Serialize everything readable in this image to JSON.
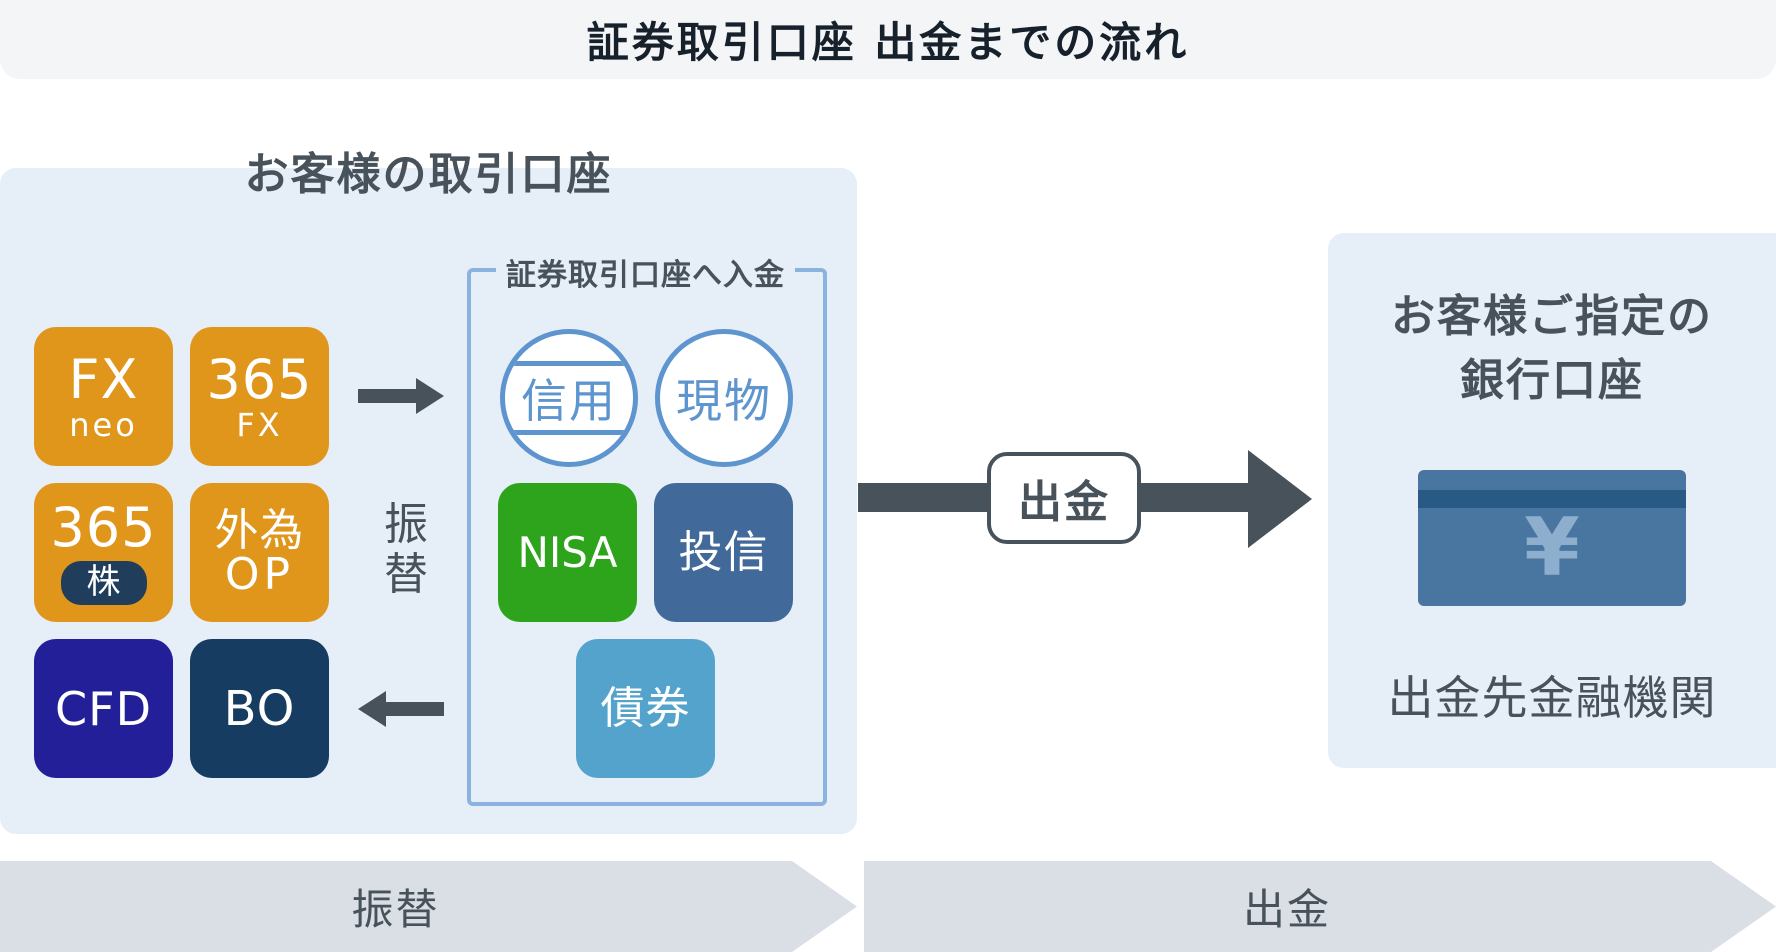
{
  "header": {
    "title": "証券取引口座 出金までの流れ"
  },
  "customer_accounts": {
    "title": "お客様の取引口座",
    "tiles": [
      {
        "id": "fx-neo",
        "line1": "FX",
        "line2": "neo",
        "color": "#e0961b"
      },
      {
        "id": "365-fx",
        "line1": "365",
        "line2": "FX",
        "color": "#e0961b"
      },
      {
        "id": "365-kabu",
        "line1": "365",
        "badge": "株",
        "color": "#e0961b",
        "badge_color": "#203e5c"
      },
      {
        "id": "gaitame-op",
        "line1": "外為",
        "line2": "OP",
        "color": "#e0961b"
      },
      {
        "id": "cfd",
        "line1": "CFD",
        "color": "#231f99"
      },
      {
        "id": "bo",
        "line1": "BO",
        "color": "#163c62"
      }
    ],
    "transfer_label_line1": "振",
    "transfer_label_line2": "替",
    "arrow_right": "right-arrow-icon",
    "arrow_left": "left-arrow-icon"
  },
  "securities_deposit": {
    "title": "証券取引口座へ入金",
    "items": [
      {
        "id": "shinyou",
        "label": "信用",
        "style": "circle-outline-lined",
        "color": "#5f95cf"
      },
      {
        "id": "genbutsu",
        "label": "現物",
        "style": "circle-outline",
        "color": "#5f95cf"
      },
      {
        "id": "nisa",
        "label": "NISA",
        "style": "tile",
        "color": "#2da41b"
      },
      {
        "id": "toushin",
        "label": "投信",
        "style": "tile",
        "color": "#41699a"
      },
      {
        "id": "saiken",
        "label": "債券",
        "style": "tile",
        "color": "#53a3cd"
      }
    ]
  },
  "withdrawal_arrow": {
    "label": "出金"
  },
  "bank_account": {
    "title_line1": "お客様ご指定の",
    "title_line2": "銀行口座",
    "card_symbol": "¥",
    "card_icon": "bank-card-icon",
    "label": "出金先金融機関"
  },
  "steps": [
    {
      "label": "振替"
    },
    {
      "label": "出金"
    }
  ],
  "colors": {
    "panel_bg": "#e6eef8",
    "text_dark": "#48525b",
    "bracket_border": "#8cb3df",
    "card": "#4876a0",
    "step_bg": "#dadee5"
  }
}
